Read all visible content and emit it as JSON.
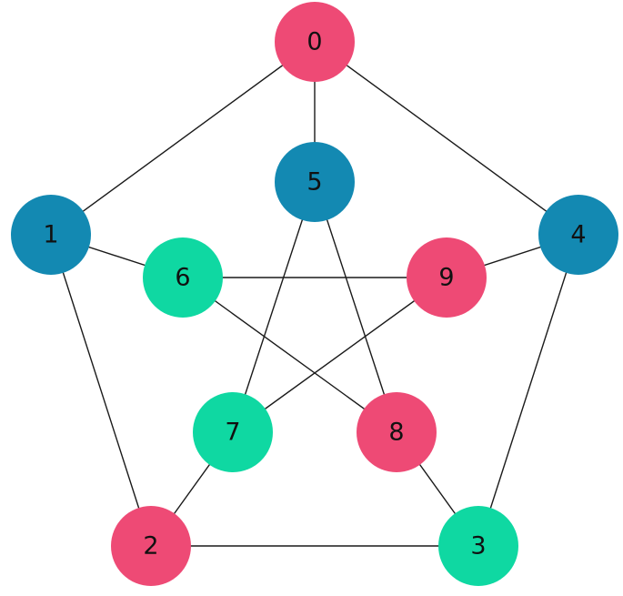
{
  "graph": {
    "colors": {
      "pink": "#ee4a75",
      "blue": "#1389b2",
      "green": "#0fd8a2"
    },
    "nodes": [
      {
        "id": "0",
        "label": "0",
        "color": "pink"
      },
      {
        "id": "1",
        "label": "1",
        "color": "blue"
      },
      {
        "id": "2",
        "label": "2",
        "color": "pink"
      },
      {
        "id": "3",
        "label": "3",
        "color": "green"
      },
      {
        "id": "4",
        "label": "4",
        "color": "blue"
      },
      {
        "id": "5",
        "label": "5",
        "color": "blue"
      },
      {
        "id": "6",
        "label": "6",
        "color": "green"
      },
      {
        "id": "7",
        "label": "7",
        "color": "green"
      },
      {
        "id": "8",
        "label": "8",
        "color": "pink"
      },
      {
        "id": "9",
        "label": "9",
        "color": "pink"
      }
    ],
    "edges": [
      [
        "0",
        "1"
      ],
      [
        "1",
        "2"
      ],
      [
        "2",
        "3"
      ],
      [
        "3",
        "4"
      ],
      [
        "4",
        "0"
      ],
      [
        "0",
        "5"
      ],
      [
        "1",
        "6"
      ],
      [
        "2",
        "7"
      ],
      [
        "3",
        "8"
      ],
      [
        "4",
        "9"
      ],
      [
        "5",
        "7"
      ],
      [
        "7",
        "9"
      ],
      [
        "9",
        "6"
      ],
      [
        "6",
        "8"
      ],
      [
        "8",
        "5"
      ]
    ]
  }
}
